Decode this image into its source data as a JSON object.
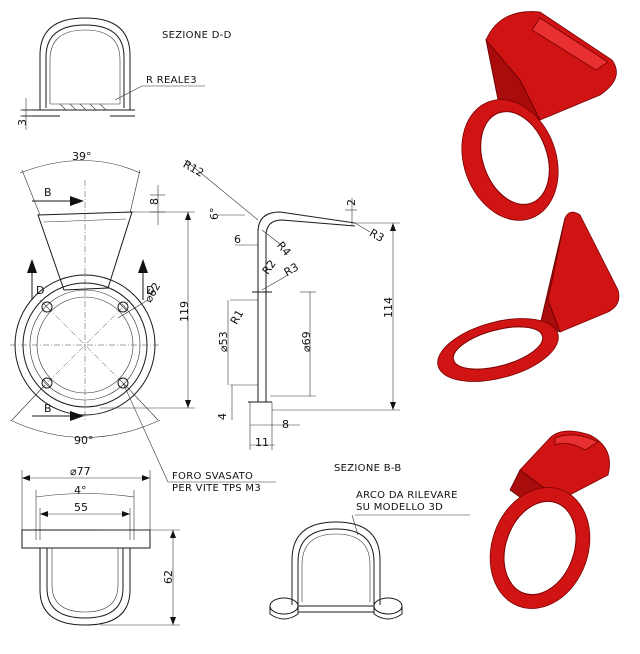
{
  "labels": {
    "section_dd": "SEZIONE D-D",
    "r_reale": "R REALE3",
    "dim_3": "3",
    "angle_39": "39°",
    "arrow_b_top": "B",
    "arrow_b_bottom": "B",
    "arrow_d_left": "D",
    "arrow_d_right": "D",
    "dim_8_top": "8",
    "dim_62": "⌀62",
    "dim_119": "119",
    "angle_90": "90°",
    "r12": "R12",
    "angle_6": "6°",
    "dim_6": "6",
    "r4": "R4",
    "dim_2": "2",
    "r3_top": "R3",
    "r2": "R2",
    "r3_mid": "R3",
    "r1": "R1",
    "dim_53": "⌀53",
    "dim_69": "⌀69",
    "dim_114": "114",
    "dim_4": "4",
    "dim_8_bottom": "8",
    "dim_11": "11",
    "hole_note_1": "FORO SVASATO",
    "hole_note_2": "PER VITE TPS M3",
    "dim_77": "⌀77",
    "angle_4": "4°",
    "dim_55": "55",
    "dim_62_side": "62",
    "section_bb": "SEZIONE B-B",
    "arc_note_1": "ARCO DA RILEVARE",
    "arc_note_2": "SU MODELLO 3D"
  },
  "colors": {
    "render_red": "#d01414",
    "line": "#1a1a1a"
  }
}
